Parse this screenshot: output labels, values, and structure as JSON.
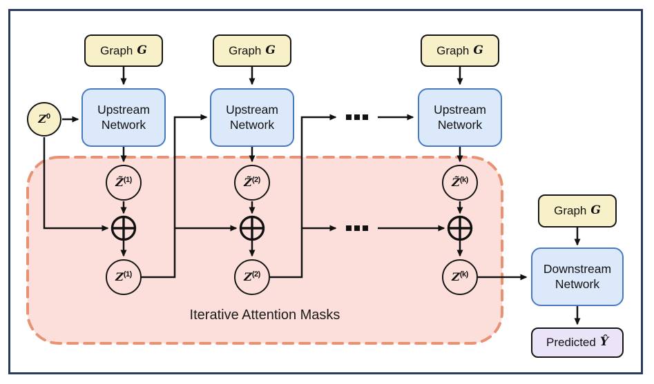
{
  "palette": {
    "frame_border": "#2b3a5c",
    "yellow_fill": "#f8f0c9",
    "yellow_border": "#141414",
    "blue_fill": "#dbe9fa",
    "blue_border": "#4579c2",
    "purple_fill": "#ebe3f7",
    "mask_fill": "#fcdeda",
    "mask_border": "#eb9173",
    "line_color": "#111111"
  },
  "z0_node": {
    "base": "Z",
    "sup": "0"
  },
  "columns": [
    {
      "graph_box": {
        "label": "Graph",
        "var": "G"
      },
      "upstream_box": {
        "line1": "Upstream",
        "line2": "Network"
      },
      "ztilde_node": {
        "base": "Z̃",
        "sup": "(1)"
      },
      "z_node": {
        "base": "Z",
        "sup": "(1)"
      }
    },
    {
      "graph_box": {
        "label": "Graph",
        "var": "G"
      },
      "upstream_box": {
        "line1": "Upstream",
        "line2": "Network"
      },
      "ztilde_node": {
        "base": "Z̃",
        "sup": "(2)"
      },
      "z_node": {
        "base": "Z",
        "sup": "(2)"
      }
    },
    {
      "graph_box": {
        "label": "Graph",
        "var": "G"
      },
      "upstream_box": {
        "line1": "Upstream",
        "line2": "Network"
      },
      "ztilde_node": {
        "base": "Z̃",
        "sup": "(k)"
      },
      "z_node": {
        "base": "Z",
        "sup": "(k)"
      }
    }
  ],
  "mask_region": {
    "label": "Iterative Attention Masks"
  },
  "output_branch": {
    "graph_box": {
      "label": "Graph",
      "var": "G"
    },
    "downstream_box": {
      "line1": "Downstream",
      "line2": "Network"
    },
    "predicted_box": {
      "label": "Predicted",
      "var": "Ŷ"
    }
  },
  "operators": {
    "aggregate_symbol": "⊕",
    "ellipsis": "..."
  }
}
